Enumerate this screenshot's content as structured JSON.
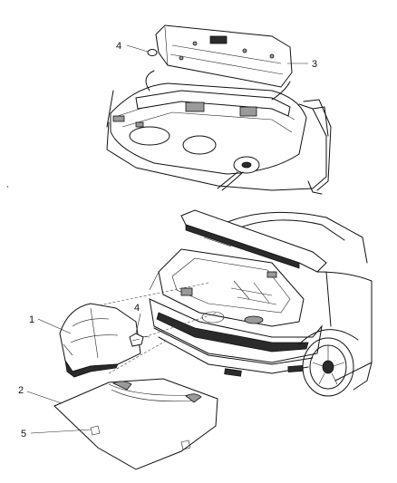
{
  "callouts": {
    "c1": "1",
    "c2": "2",
    "c3": "3",
    "c4_top": "4",
    "c4_bottom": "4",
    "c5": "5"
  }
}
